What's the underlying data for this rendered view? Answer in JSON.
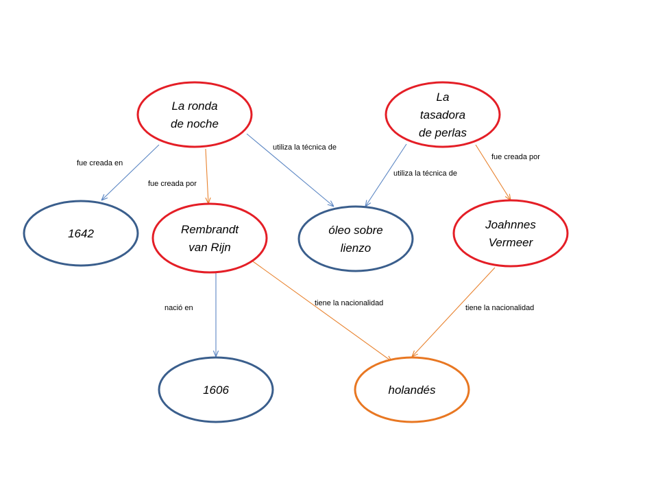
{
  "colors": {
    "red": "#e41e26",
    "blue": "#3a5e8c",
    "orange": "#e87722",
    "edge_blue": "#5b86c3",
    "edge_orange": "#e8822e"
  },
  "nodes": [
    {
      "id": "ronda",
      "lines": [
        "La ronda",
        "de noche"
      ],
      "color": "red"
    },
    {
      "id": "tasadora",
      "lines": [
        "La",
        "tasadora",
        "de perlas"
      ],
      "color": "red"
    },
    {
      "id": "y1642",
      "lines": [
        "1642"
      ],
      "color": "blue"
    },
    {
      "id": "rembrandt",
      "lines": [
        "Rembrandt",
        "van Rijn"
      ],
      "color": "red"
    },
    {
      "id": "oleo",
      "lines": [
        "óleo sobre",
        "lienzo"
      ],
      "color": "blue"
    },
    {
      "id": "vermeer",
      "lines": [
        "Joahnnes",
        "Vermeer"
      ],
      "color": "red"
    },
    {
      "id": "y1606",
      "lines": [
        "1606"
      ],
      "color": "blue"
    },
    {
      "id": "holandes",
      "lines": [
        "holandés"
      ],
      "color": "orange"
    }
  ],
  "edges": [
    {
      "id": "ronda-1642",
      "label": "fue creada en",
      "color": "edge_blue"
    },
    {
      "id": "ronda-rembrandt",
      "label": "fue creada por",
      "color": "edge_orange"
    },
    {
      "id": "ronda-oleo",
      "label": "utiliza la técnica de",
      "color": "edge_blue"
    },
    {
      "id": "tasadora-oleo",
      "label": "utiliza la técnica de",
      "color": "edge_blue"
    },
    {
      "id": "tasadora-vermeer",
      "label": "fue creada por",
      "color": "edge_orange"
    },
    {
      "id": "rembrandt-1606",
      "label": "nació en",
      "color": "edge_blue"
    },
    {
      "id": "rembrandt-holandes",
      "label": "tiene la nacionalidad",
      "color": "edge_orange"
    },
    {
      "id": "vermeer-holandes",
      "label": "tiene la nacionalidad",
      "color": "edge_orange"
    }
  ]
}
